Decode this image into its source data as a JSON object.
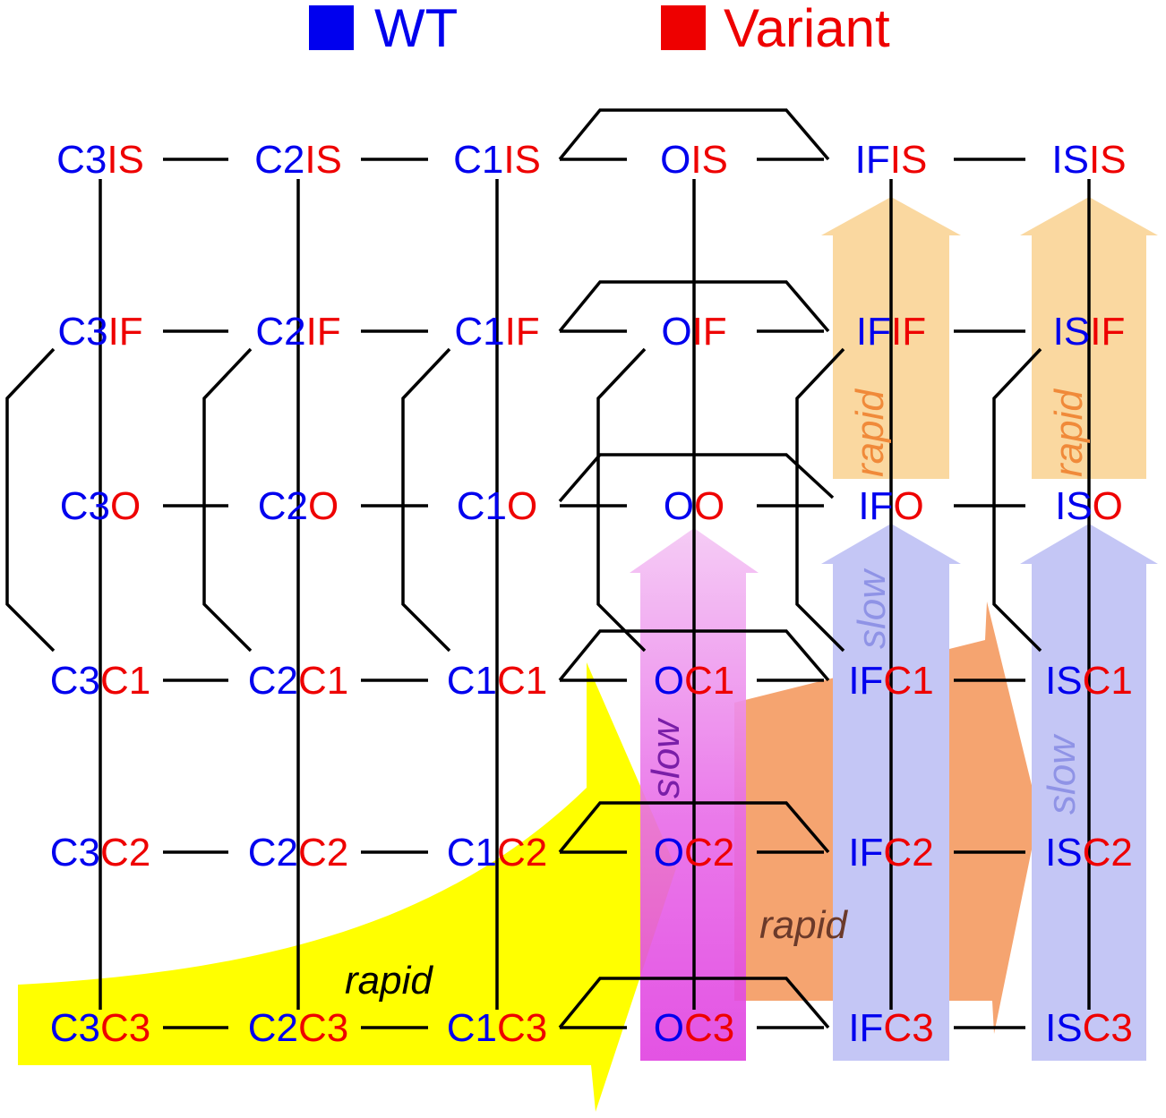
{
  "colors": {
    "wt": "#0000ee",
    "variant": "#ee0000",
    "edge": "#000000",
    "yellow_arrow": "#ffff00",
    "orange_arrow": "#f5a470",
    "light_orange_arrow": "#fad8a0",
    "blue_arrow": "#c4c6f5",
    "magenta_arrow": "#e855e8"
  },
  "legend": [
    {
      "label": "WT",
      "color": "#0000ee"
    },
    {
      "label": "Variant",
      "color": "#ee0000"
    }
  ],
  "state_codes": {
    "columns": [
      "C3",
      "C2",
      "C1",
      "O",
      "IF",
      "IS"
    ],
    "rows": [
      "IS",
      "IF",
      "O",
      "C1",
      "C2",
      "C3"
    ]
  },
  "arrow_labels": {
    "yellow": "rapid",
    "orange": "rapid",
    "magenta": "slow",
    "blue_if": "slow",
    "blue_is": "slow",
    "light_orange_if": "rapid",
    "light_orange_is": "rapid"
  },
  "arrow_label_colors": {
    "yellow": "#000000",
    "orange": "#6b3a2a",
    "magenta": "#7a1ea8",
    "blue": "#8f93e6",
    "light_orange": "#f08a3a"
  },
  "icons": {
    "legend_wt_swatch": "square-icon",
    "legend_variant_swatch": "square-icon"
  }
}
